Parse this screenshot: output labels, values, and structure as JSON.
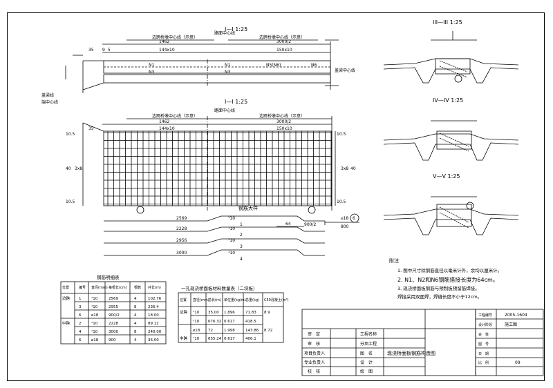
{
  "views": {
    "section_1_1": "I—I 1:25",
    "section_2_2": "I—I 1:25",
    "section_3_3": "III—III 1:25",
    "section_4_4": "IV—IV 1:25",
    "section_5_5": "V—V 1:25"
  },
  "top_dims": {
    "d1462": "1462",
    "d144x10": "144x10",
    "d3000_2": "3000/2",
    "d150x10": "150x10",
    "d35": "35",
    "d9": "9",
    "d5": "5"
  },
  "top_labels": {
    "left_marker": "边跨桥墩中心线（示意）",
    "mid_marker": "路面中心线",
    "right_marker": "边跨桥墩中心线（示意）",
    "n1": "N1",
    "n3": "N3",
    "n1b": "N1",
    "n3b": "N3",
    "n5": "N5(N6)",
    "n6": "N6",
    "side_left": "盖梁线",
    "side_left2": "端中心线",
    "right_side": "盖梁中心线"
  },
  "grid_dims": {
    "h10_5": "10.5",
    "h40": "40",
    "h3x8": "3x8",
    "h10_5b": "10.5",
    "r10_5": "10.5",
    "r3x8": "3x8",
    "r40": "40",
    "r10_5b": "10.5"
  },
  "rebar_list": {
    "title": "钢筋大样",
    "items": [
      {
        "len": "2569",
        "label": "¹10",
        "num": "1"
      },
      {
        "len": "2228",
        "label": "¹10",
        "num": "2"
      },
      {
        "len": "2956",
        "label": "¹10",
        "num": "3"
      },
      {
        "len": "3000",
        "label": "¹10",
        "num": "4"
      }
    ],
    "small_dim": "64",
    "half": "900/2",
    "dia18": "⌀18",
    "dia18_len": "800",
    "num6": "6"
  },
  "table1": {
    "title": "钢筋明细表",
    "headers": [
      "位置",
      "编号",
      "直径(mm)",
      "每根长(cm)",
      "根数",
      "共长(m)"
    ],
    "rows": [
      [
        "边跨",
        "1",
        "¹10",
        "2569",
        "4",
        "102.76"
      ],
      [
        "",
        "3",
        "¹10",
        "2955",
        "8",
        "236.4"
      ],
      [
        "",
        "6",
        "⌀18",
        "900/2",
        "4",
        "18.00"
      ],
      [
        "中跨",
        "2",
        "¹10",
        "2228",
        "4",
        "89.12"
      ],
      [
        "",
        "4",
        "¹10",
        "3000",
        "8",
        "240.00"
      ],
      [
        "",
        "6",
        "⌀18",
        "900",
        "4",
        "36.00"
      ]
    ]
  },
  "table2": {
    "title": "一孔现浇桥面板材料数量表（二块板）",
    "headers": [
      "位置",
      "直径(mm)",
      "总长(m)",
      "单位重(kg/m)",
      "总重(kg)",
      "C50混凝土(m³)"
    ],
    "rows": [
      [
        "边跨",
        "¹10",
        "35.00",
        "1.896",
        "71.83",
        "8.9"
      ],
      [
        "",
        "¹10",
        "676.32",
        "0.617",
        "418.5",
        ""
      ],
      [
        "",
        "⌀18",
        "72",
        "1.998",
        "143.86",
        "8.72"
      ],
      [
        "中跨",
        "¹10",
        "655.24",
        "0.617",
        "406.1",
        ""
      ]
    ]
  },
  "notes": {
    "title": "附注",
    "lines": [
      "1. 图中尺寸除钢筋直径以毫米计外，余均以厘米计。",
      "2. N1、N2和N6钢筋搭接长度为64cm。",
      "3. 现浇桥面板钢筋与预制板预留筋焊接。",
      "   焊接采用双面焊，焊缝长度不小于12cm。"
    ]
  },
  "title_block": {
    "review": "审　定",
    "check": "审　核",
    "proj_lead": "项目负责人",
    "spec_lead": "专业负责人",
    "design": "校　核",
    "proj_name_lbl": "工程名称",
    "subitem_lbl": "分项工程",
    "drawing_lbl": "图　名",
    "drawing_name": "现浇桥面板钢筋构造图",
    "design_lbl": "设　计",
    "draw_lbl": "绘　图",
    "eng_no_lbl": "工程编号",
    "eng_no": "2005-1604",
    "design_stage_lbl": "设计阶段",
    "design_stage": "施工图",
    "r3": "会　签",
    "r4": "图　号",
    "r5": "日　期",
    "r6": "比　例",
    "sheet": "09"
  }
}
